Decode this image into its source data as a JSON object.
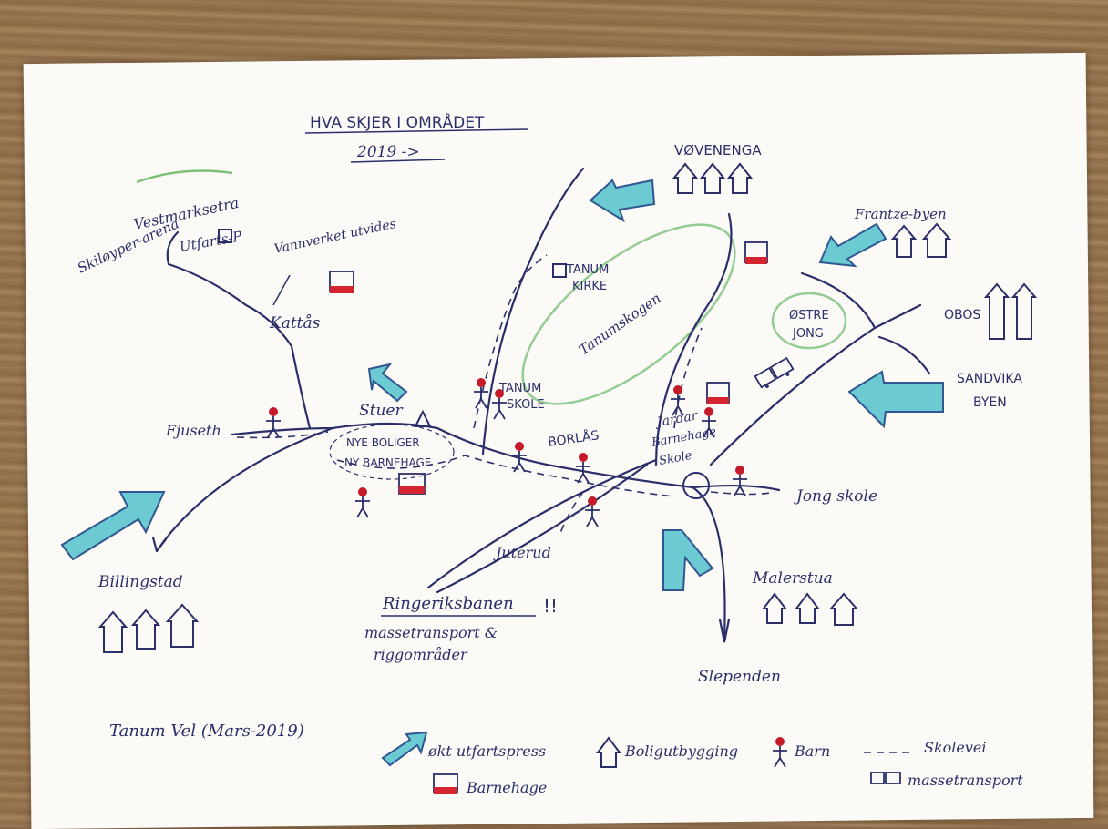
{
  "title": "HVA SKJER I OMRÅDET",
  "subtitle": "2019 ->",
  "places": {
    "vestmarksetra": "Vestmarksetra",
    "utfarts_p": "Utfarts-P",
    "skiloperarena": "Skiløyper-arena",
    "vannverket": "Vannverket utvides",
    "kattas": "Kattås",
    "fjuseth": "Fjuseth",
    "stuer": "Stuer",
    "nye_boliger": "NYE BOLIGER",
    "ny_barnehage": "NY BARNEHAGE",
    "tanum_kirke_1": "TANUM",
    "tanum_kirke_2": "KIRKE",
    "tanumskogen": "Tanumskogen",
    "tanum_skole_1": "TANUM",
    "tanum_skole_2": "SKOLE",
    "borlas": "BORLÅS",
    "vovenenga": "VØVENENGA",
    "frantze_byen": "Frantze-byen",
    "ostre_jong_1": "ØSTRE",
    "ostre_jong_2": "JONG",
    "obos": "OBOS",
    "sandvika_byen_1": "SANDVIKA",
    "sandvika_byen_2": "BYEN",
    "jardar_1": "Jardar",
    "jardar_2": "Barnehage",
    "jardar_3": "Skole",
    "jong_skole": "Jong skole",
    "juterud": "Juterud",
    "billingstad": "Billingstad",
    "ringeriksbanen": "Ringeriksbanen",
    "ringeriksbanen_mark": "!!",
    "massetransport_1": "massetransport &",
    "massetransport_2": "riggområder",
    "malerstua": "Malerstua",
    "slependen": "Slependen"
  },
  "footer": {
    "author": "Tanum Vel (Mars-2019)"
  },
  "legend": {
    "arrow": "økt utfartspress",
    "house": "Boligutbygging",
    "child": "Barn",
    "dashed": "Skolevei",
    "kindergarten": "Barnehage",
    "truck": "massetransport"
  },
  "colors": {
    "ink": "#2a2f6a",
    "cyan": "#5fc6d0",
    "red": "#c51a2a",
    "green": "#7cc07a"
  }
}
